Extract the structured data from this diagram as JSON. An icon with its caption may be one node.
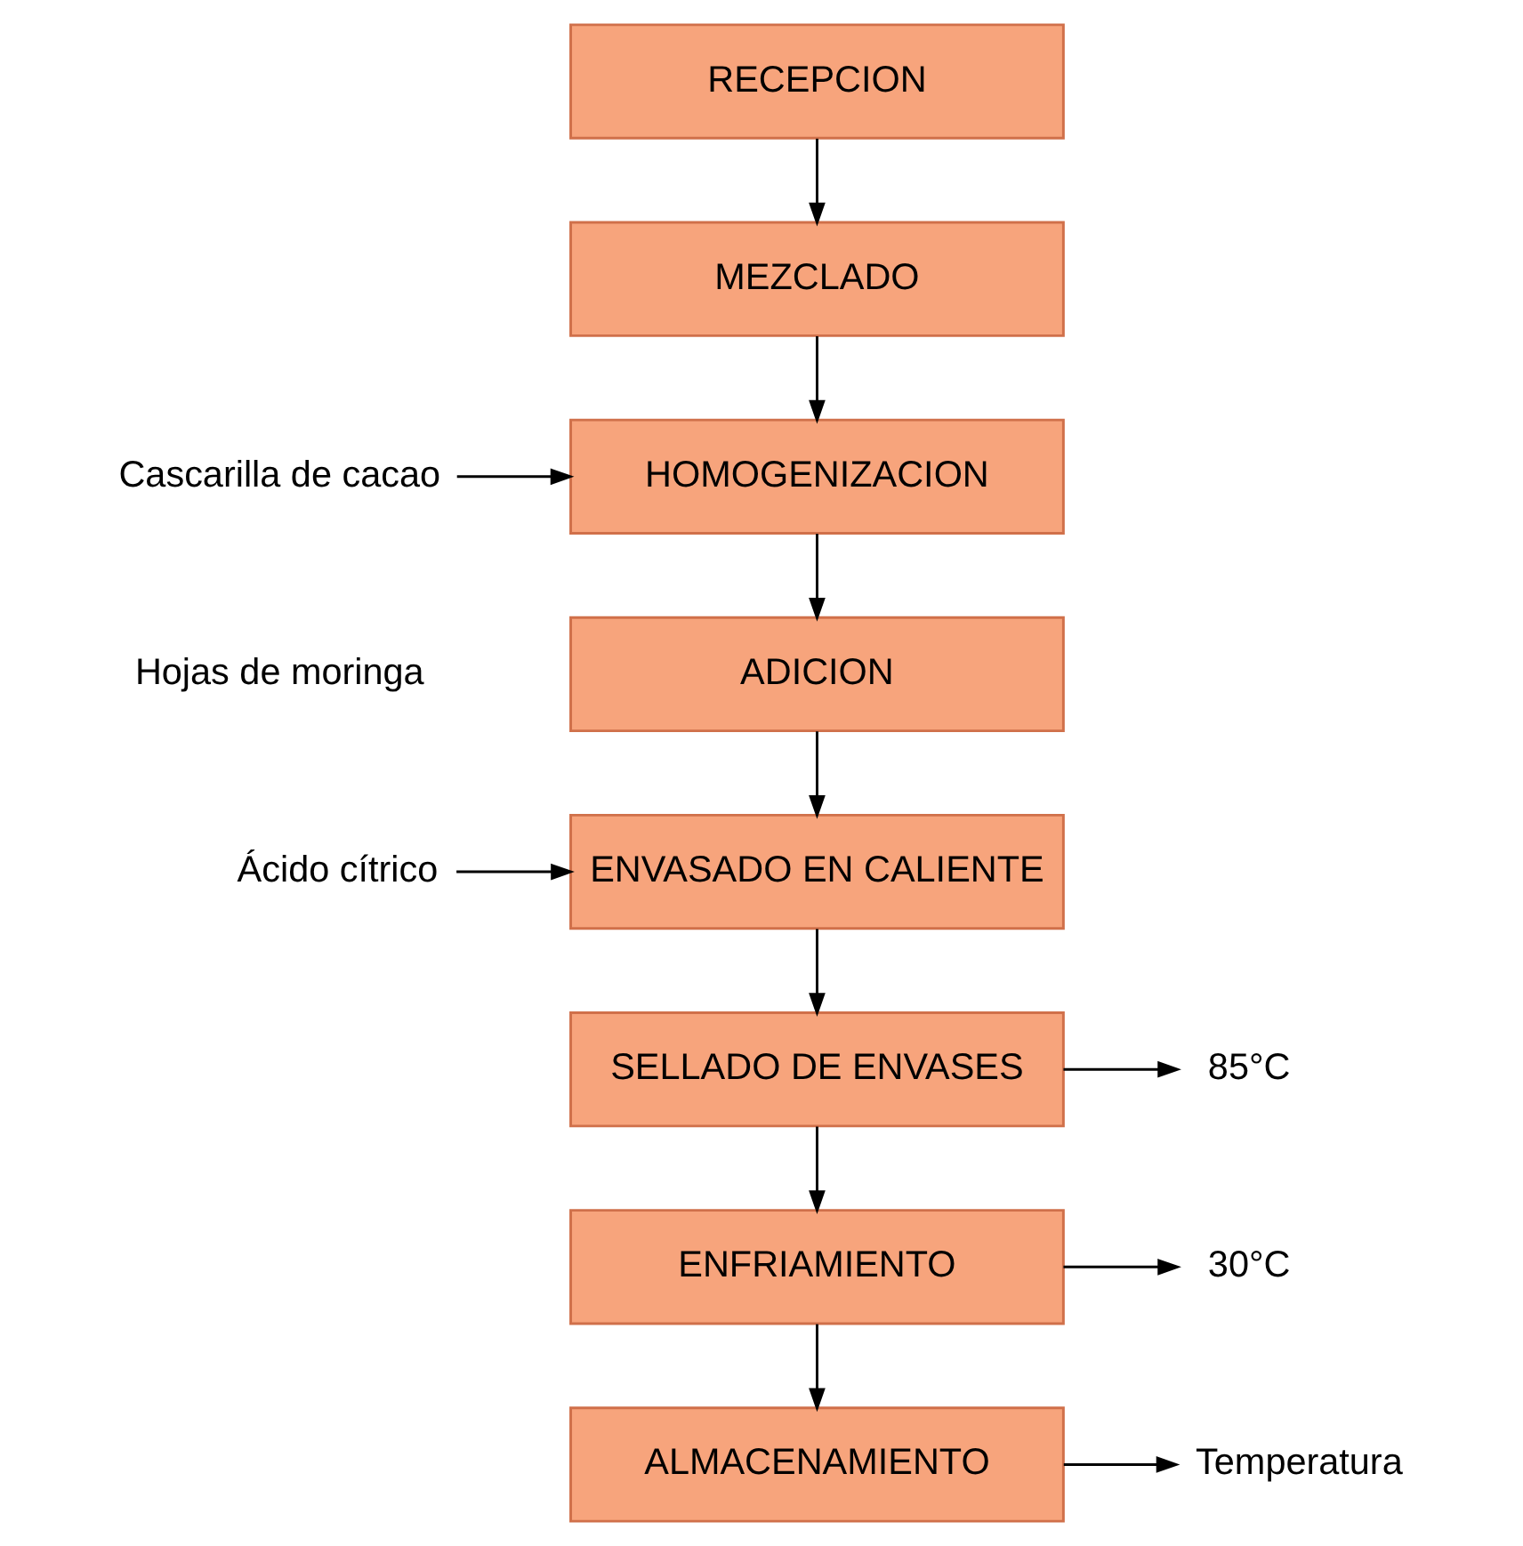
{
  "diagram": {
    "nodes": [
      {
        "text": [
          "RECEPCION"
        ]
      },
      {
        "text": [
          "MEZCLADO"
        ]
      },
      {
        "text": [
          "Cascarilla de cacao"
        ]
      },
      {
        "text": [
          "HOMOGENIZACION"
        ]
      },
      {
        "text": [
          "ADICION"
        ]
      },
      {
        "text": [
          "Ácido cítrico"
        ]
      },
      {
        "text": [
          "ENVASADO EN CALIENTE"
        ]
      },
      {
        "text": [
          "SELLADO DE ENVASES"
        ]
      },
      {
        "text": [
          "85°C"
        ]
      },
      {
        "text": [
          "ENFRIAMIENTO"
        ]
      },
      {
        "text": [
          "30°C"
        ]
      },
      {
        "text": [
          "ALMACENAMIENTO"
        ]
      },
      {
        "text": [
          "Temperatura"
        ]
      }
    ],
    "edges": [
      {
        "from": 0,
        "to": 1,
        "arrow": "to"
      },
      {
        "from": 1,
        "to": 3,
        "arrow": "to"
      },
      {
        "from": 2,
        "to": 3,
        "arrow": "to"
      },
      {
        "from": 3,
        "to": 4,
        "arrow": "to"
      },
      {
        "from": 4,
        "to": 6,
        "arrow": "to"
      },
      {
        "from": 5,
        "to": 6,
        "arrow": "to"
      },
      {
        "from": 6,
        "to": 7,
        "arrow": "to"
      },
      {
        "from": 7,
        "to": 8,
        "arrow": "to"
      },
      {
        "from": 7,
        "to": 9,
        "arrow": "to"
      },
      {
        "from": 9,
        "to": 10,
        "arrow": "to"
      },
      {
        "from": 9,
        "to": 11,
        "arrow": "to"
      },
      {
        "from": 11,
        "to": 12,
        "arrow": "to"
      }
    ],
    "labels": [
      "Hojas de moringa"
    ]
  }
}
